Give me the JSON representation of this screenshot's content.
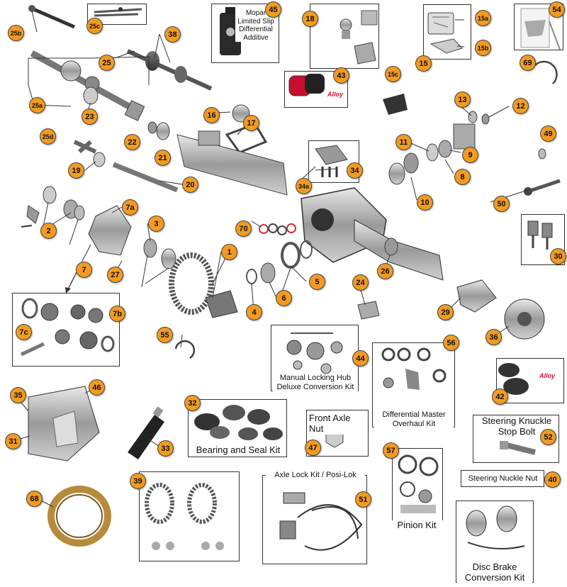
{
  "badges": [
    "25b",
    "25c",
    "45",
    "18",
    "15a",
    "15b",
    "15",
    "54",
    "38",
    "25",
    "25a",
    "23",
    "69",
    "43",
    "15c",
    "16",
    "17",
    "13",
    "12",
    "25d",
    "22",
    "21",
    "11",
    "9",
    "49",
    "19",
    "34",
    "34a",
    "8",
    "20",
    "10",
    "50",
    "7a",
    "2",
    "3",
    "70",
    "30",
    "7",
    "1",
    "26",
    "27",
    "5",
    "6",
    "4",
    "24",
    "7b",
    "7c",
    "29",
    "55",
    "36",
    "44",
    "56",
    "42",
    "35",
    "46",
    "31",
    "32",
    "33",
    "47",
    "52",
    "57",
    "68",
    "39",
    "51",
    "40"
  ],
  "labels": {
    "mopar_additive": "Mopar Limited Slip Differential Additive",
    "manual_hub": "Manual Locking Hub Deluxe Conversion Kit",
    "diff_master": "Differential Master Overhaul Kit",
    "steering_knuckle_stop": "Steering Knuckle Stop Bolt",
    "bearing_seal": "Bearing and Seal Kit",
    "front_axle_nut": "Front Axle Nut",
    "steering_knuckle_nut": "Steering Nuckle Nut",
    "axle_lock": "Axle Lock Kit / Posi-Lok",
    "pinion_kit": "Pinion Kit",
    "disc_brake": "Disc Brake Conversion Kit",
    "alloy_logo_1": "Alloy",
    "alloy_logo_2": "Alloy"
  },
  "colors": {
    "badge_fill": "#f29b20",
    "alloy_red": "#c8102e",
    "line": "#333333"
  }
}
